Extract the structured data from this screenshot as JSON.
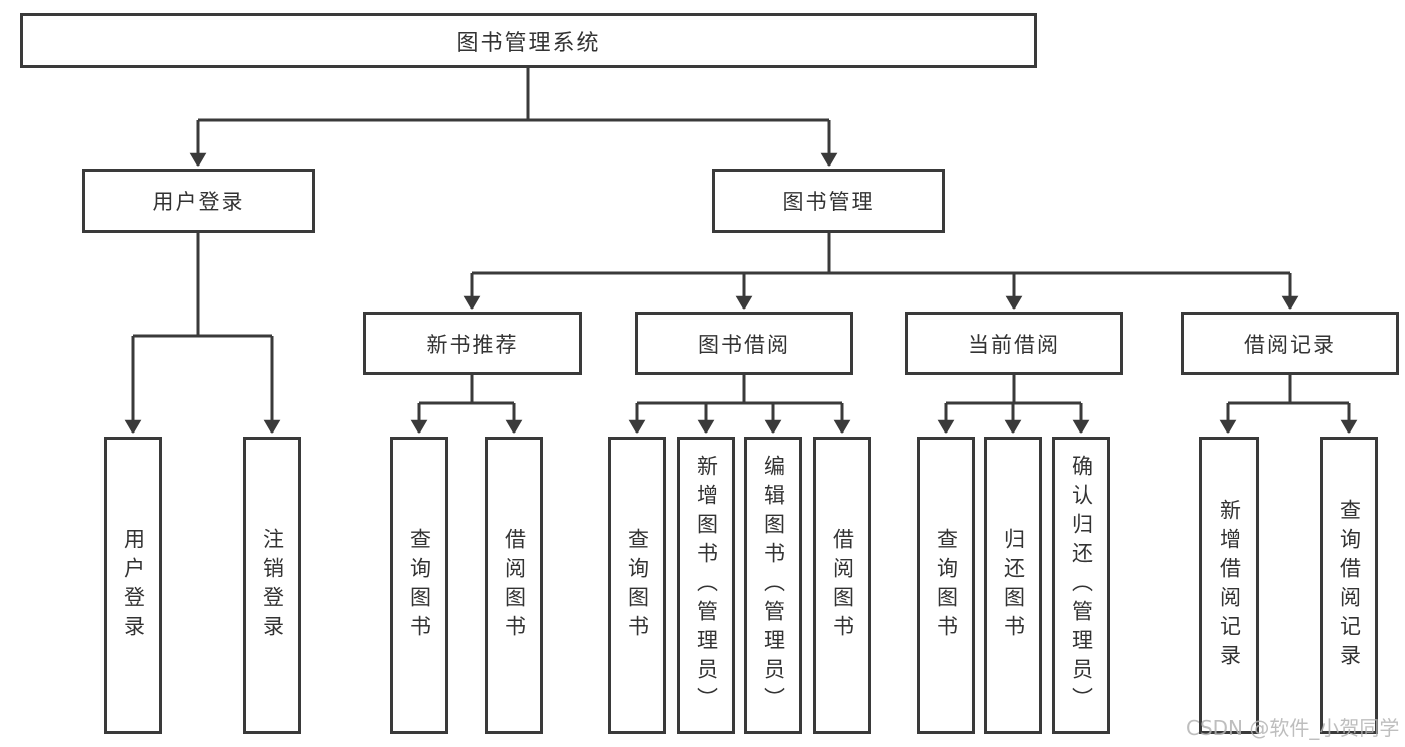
{
  "diagram": {
    "title": "图书管理系统",
    "type": "hierarchy-tree",
    "colors": {
      "stroke": "#3a3a3a",
      "text": "#333333",
      "background": "#ffffff",
      "watermark": "#b3b3b3"
    },
    "tree": {
      "root": {
        "label": "图书管理系统"
      },
      "branches": [
        {
          "label": "用户登录",
          "children": [
            {
              "label": "用户登录"
            },
            {
              "label": "注销登录"
            }
          ]
        },
        {
          "label": "图书管理",
          "children": [
            {
              "label": "新书推荐",
              "children": [
                {
                  "label": "查询图书"
                },
                {
                  "label": "借阅图书"
                }
              ]
            },
            {
              "label": "图书借阅",
              "children": [
                {
                  "label": "查询图书"
                },
                {
                  "label": "新增图书（管理员）"
                },
                {
                  "label": "编辑图书（管理员）"
                },
                {
                  "label": "借阅图书"
                }
              ]
            },
            {
              "label": "当前借阅",
              "children": [
                {
                  "label": "查询图书"
                },
                {
                  "label": "归还图书"
                },
                {
                  "label": "确认归还（管理员）"
                }
              ]
            },
            {
              "label": "借阅记录",
              "children": [
                {
                  "label": "新增借阅记录"
                },
                {
                  "label": "查询借阅记录"
                }
              ]
            }
          ]
        }
      ]
    },
    "watermark": "CSDN @软件_小贺同学"
  }
}
